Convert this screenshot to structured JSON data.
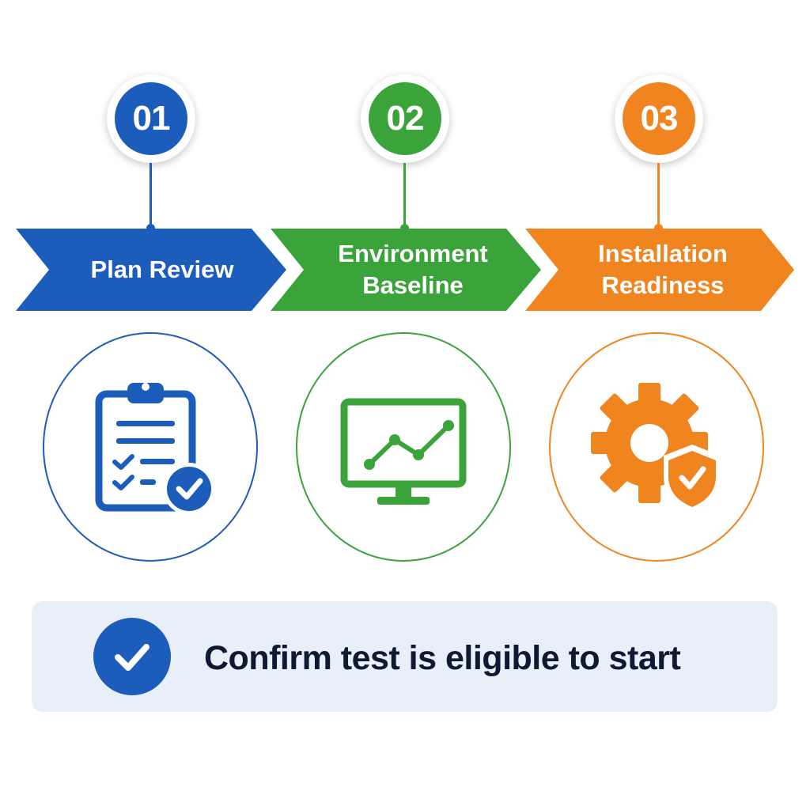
{
  "colors": {
    "blue": "#1c5dbb",
    "green": "#3aa43a",
    "orange": "#f0841f",
    "confirm_bg": "#e8eff9",
    "confirm_text": "#0e1a33"
  },
  "steps": [
    {
      "number": "01",
      "label": "Plan Review",
      "color": "#1c5dbb",
      "icon": "clipboard-checklist-icon"
    },
    {
      "number": "02",
      "label": "Environment\nBaseline",
      "color": "#3aa43a",
      "icon": "monitor-chart-icon"
    },
    {
      "number": "03",
      "label": "Installation\nReadiness",
      "color": "#f0841f",
      "icon": "gear-shield-icon"
    }
  ],
  "confirm": {
    "text": "Confirm test is eligible to start",
    "icon": "check-circle-icon"
  }
}
